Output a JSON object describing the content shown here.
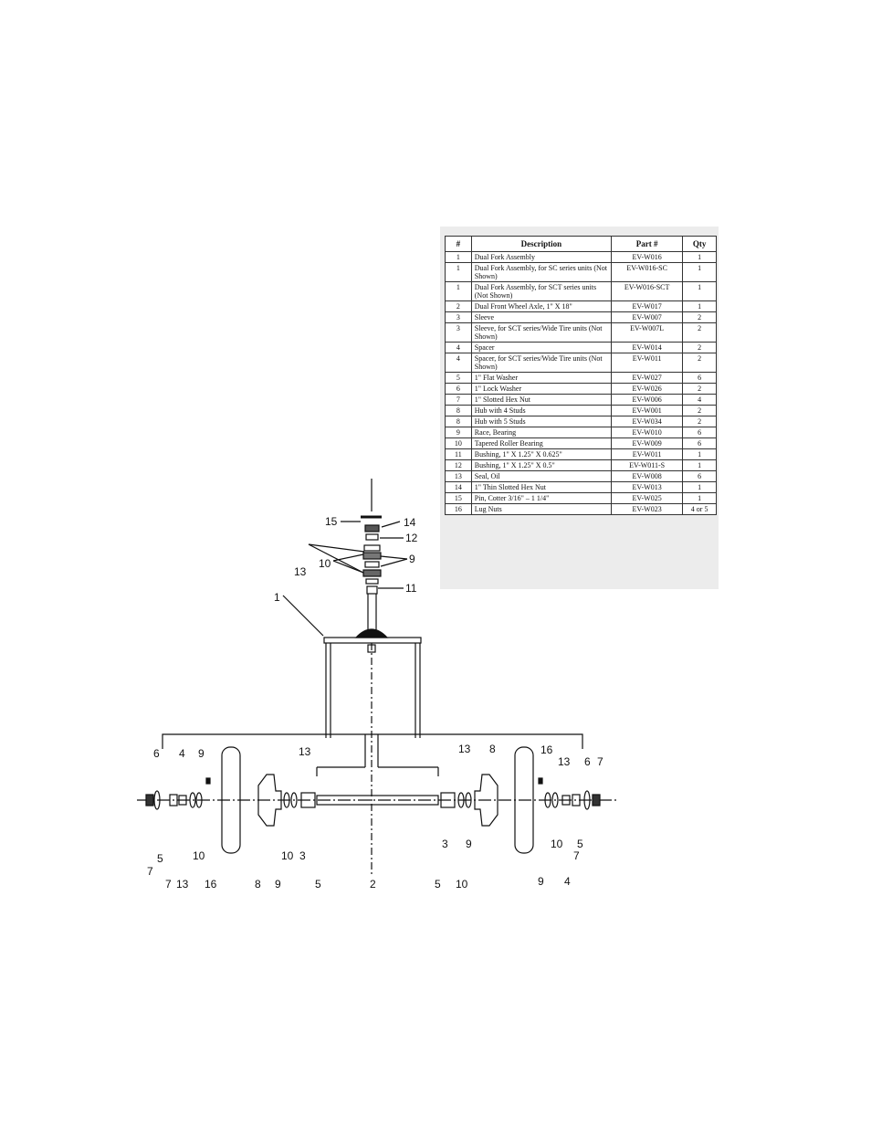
{
  "parts_table": {
    "headers": [
      "#",
      "Description",
      "Part #",
      "Qty"
    ],
    "rows": [
      {
        "num": "1",
        "desc": "Dual Fork Assembly",
        "part": "EV-W016",
        "qty": "1"
      },
      {
        "num": "1",
        "desc": "Dual Fork Assembly, for SC series units (Not Shown)",
        "part": "EV-W016-SC",
        "qty": "1"
      },
      {
        "num": "1",
        "desc": "Dual Fork Assembly, for SCT series units (Not Shown)",
        "part": "EV-W016-SCT",
        "qty": "1"
      },
      {
        "num": "2",
        "desc": "Dual Front Wheel Axle, 1\" X 18\"",
        "part": "EV-W017",
        "qty": "1"
      },
      {
        "num": "3",
        "desc": "Sleeve",
        "part": "EV-W007",
        "qty": "2"
      },
      {
        "num": "3",
        "desc": "Sleeve, for SCT series/Wide Tire units (Not Shown)",
        "part": "EV-W007L",
        "qty": "2"
      },
      {
        "num": "4",
        "desc": "Spacer",
        "part": "EV-W014",
        "qty": "2"
      },
      {
        "num": "4",
        "desc": "Spacer, for SCT series/Wide Tire units (Not Shown)",
        "part": "EV-W011",
        "qty": "2"
      },
      {
        "num": "5",
        "desc": "1\" Flat Washer",
        "part": "EV-W027",
        "qty": "6"
      },
      {
        "num": "6",
        "desc": "1\" Lock Washer",
        "part": "EV-W026",
        "qty": "2"
      },
      {
        "num": "7",
        "desc": "1\" Slotted Hex Nut",
        "part": "EV-W006",
        "qty": "4"
      },
      {
        "num": "8",
        "desc": "Hub with 4 Studs",
        "part": "EV-W001",
        "qty": "2"
      },
      {
        "num": "8",
        "desc": "Hub with 5 Studs",
        "part": "EV-W034",
        "qty": "2"
      },
      {
        "num": "9",
        "desc": "Race, Bearing",
        "part": "EV-W010",
        "qty": "6"
      },
      {
        "num": "10",
        "desc": "Tapered Roller Bearing",
        "part": "EV-W009",
        "qty": "6"
      },
      {
        "num": "11",
        "desc": "Bushing, 1\" X 1.25\" X 0.625\"",
        "part": "EV-W011",
        "qty": "1"
      },
      {
        "num": "12",
        "desc": "Bushing, 1\" X 1.25\" X 0.5\"",
        "part": "EV-W011-S",
        "qty": "1"
      },
      {
        "num": "13",
        "desc": "Seal, Oil",
        "part": "EV-W008",
        "qty": "6"
      },
      {
        "num": "14",
        "desc": "1\" Thin Slotted Hex Nut",
        "part": "EV-W013",
        "qty": "1"
      },
      {
        "num": "15",
        "desc": "Pin, Cotter 3/16\" – 1 1/4\"",
        "part": "EV-W025",
        "qty": "1"
      },
      {
        "num": "16",
        "desc": "Lug Nuts",
        "part": "EV-W023",
        "qty": "4 or 5"
      }
    ]
  },
  "diagram": {
    "callouts": {
      "c15": "15",
      "c14": "14",
      "c12": "12",
      "c9": "9",
      "c10": "10",
      "c13": "13",
      "c11": "11",
      "c1": "1",
      "l6": "6",
      "l4": "4",
      "l9": "9",
      "l13": "13",
      "r13": "13",
      "r8": "8",
      "r16": "16",
      "r13b": "13",
      "r6": "6",
      "r7": "7",
      "b7": "7",
      "b5": "5",
      "b7b": "7",
      "b13": "13",
      "b10": "10",
      "b16": "16",
      "b8": "8",
      "b10b": "10",
      "b3": "3",
      "b9": "9",
      "b5b": "5",
      "b2": "2",
      "b5c": "5",
      "b3b": "3",
      "b9b": "9",
      "b10c": "10",
      "b5d": "5",
      "b10d": "10",
      "b7c": "7",
      "b9c": "9",
      "b4": "4"
    }
  }
}
